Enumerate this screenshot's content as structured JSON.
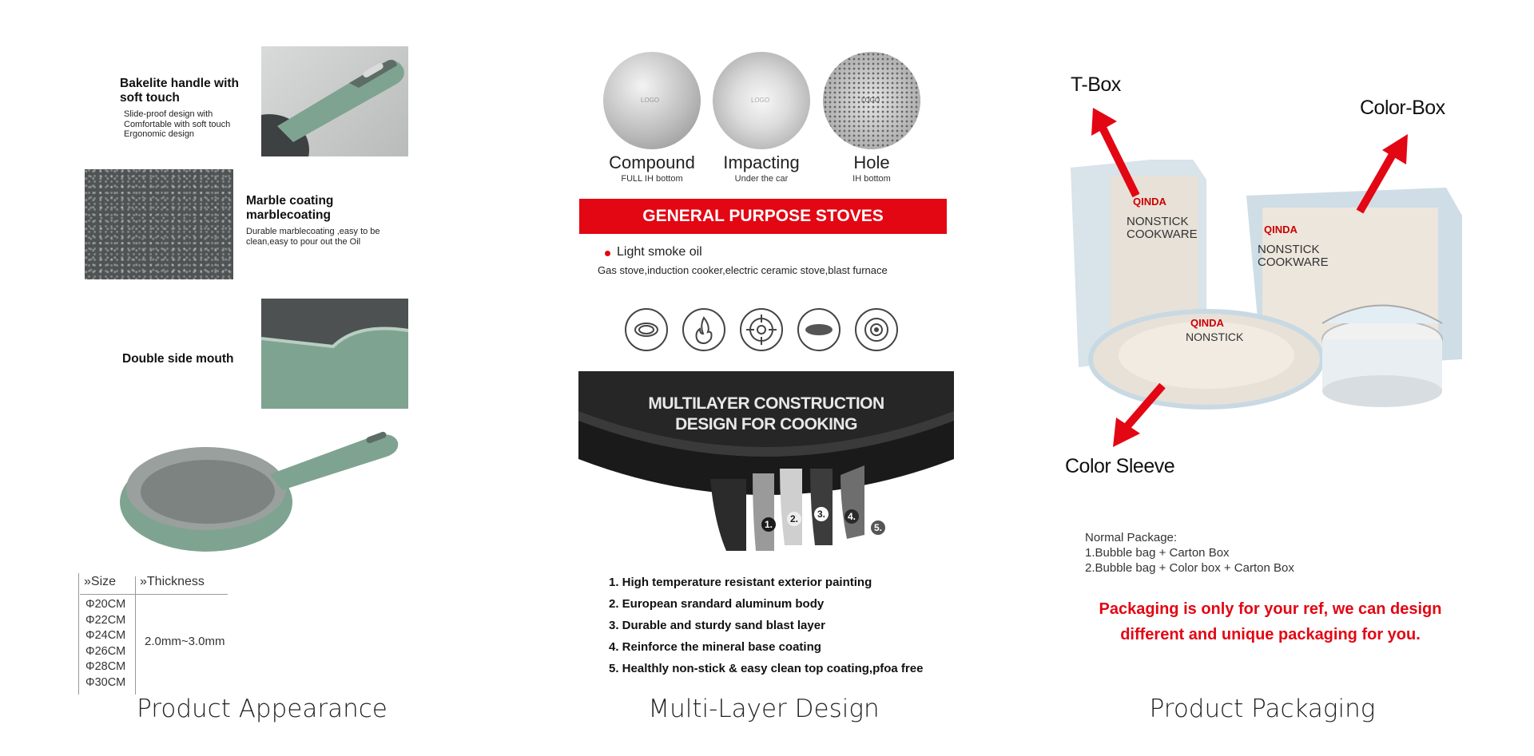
{
  "column1": {
    "features": [
      {
        "title": "Bakelite handle with soft touch",
        "desc": [
          "Slide-proof design with",
          "Comfortable with soft touch",
          "Ergonomic design"
        ]
      },
      {
        "title": "Marble coating marblecoating",
        "desc": [
          "Durable marblecoating ,easy to be",
          "clean,easy to pour out the Oil"
        ]
      },
      {
        "title": "Double side mouth",
        "desc": []
      }
    ],
    "table": {
      "size_header": "»Size",
      "thickness_header": "»Thickness",
      "sizes": [
        "Φ20CM",
        "Φ22CM",
        "Φ24CM",
        "Φ26CM",
        "Φ28CM",
        "Φ30CM"
      ],
      "thickness": "2.0mm~3.0mm"
    },
    "caption": "Product Appearance"
  },
  "column2": {
    "discs": [
      {
        "name": "Compound",
        "sub": "FULL IH bottom",
        "logo": "LOGO"
      },
      {
        "name": "Impacting",
        "sub": "Under the car",
        "logo": "LOGO"
      },
      {
        "name": "Hole",
        "sub": "IH bottom",
        "logo": "LOGO"
      }
    ],
    "banner": "GENERAL PURPOSE STOVES",
    "bullet": "Light smoke oil",
    "stoves": "Gas stove,induction cooker,electric ceramic stove,blast furnace",
    "construction_title": [
      "MULTILAYER CONSTRUCTION",
      "DESIGN FOR COOKING"
    ],
    "layer_numbers": [
      "1.",
      "2.",
      "3.",
      "4.",
      "5."
    ],
    "layers": [
      "1. High temperature resistant exterior painting",
      "2. European srandard aluminum body",
      "3. Durable and sturdy sand blast layer",
      "4. Reinforce the mineral base coating",
      "5. Healthly non-stick & easy clean top coating,pfoa free"
    ],
    "caption": "Multi-Layer Design"
  },
  "column3": {
    "labels": {
      "tbox": "T-Box",
      "colorbox": "Color-Box",
      "sleeve": "Color Sleeve"
    },
    "brand": "QINDA",
    "box_text": [
      "NONSTICK",
      "COOKWARE"
    ],
    "normal_package": "Normal Package:",
    "package_lines": [
      "1.Bubble bag + Carton Box",
      "2.Bubble bag + Color box + Carton Box"
    ],
    "note": [
      "Packaging is only for your ref, we can design",
      "different and unique packaging for you."
    ],
    "caption": "Product Packaging"
  },
  "colors": {
    "red": "#e30613",
    "green": "#7fa391",
    "dark": "#2a2a2a"
  }
}
